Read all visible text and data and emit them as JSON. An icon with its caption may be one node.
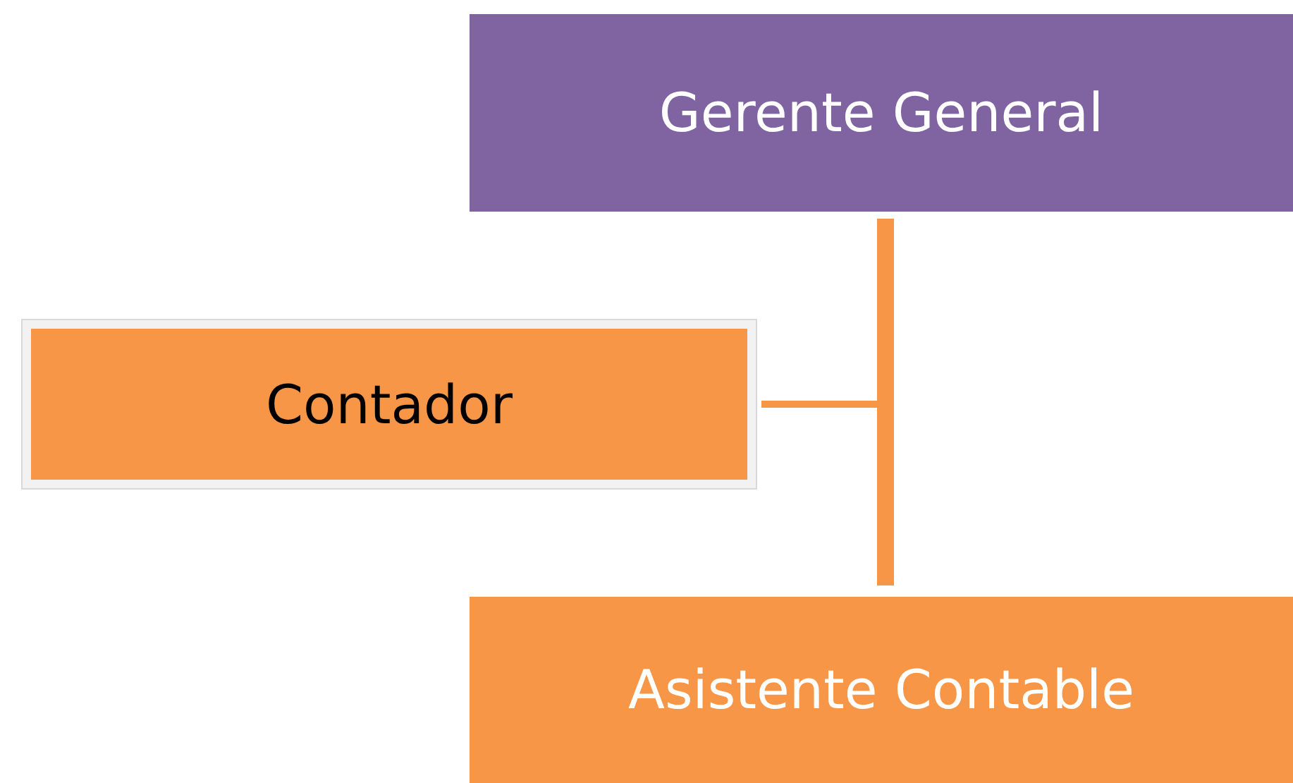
{
  "diagram": {
    "nodes": [
      {
        "text": [
          "Gerente General"
        ]
      },
      {
        "text": [
          "Contador"
        ]
      },
      {
        "text": [
          "Asistente Contable"
        ]
      }
    ],
    "edges": [
      {
        "from": 0,
        "to": 2,
        "arrow": "none",
        "style": "thick"
      },
      {
        "from": 0,
        "to": 1,
        "arrow": "none"
      }
    ]
  }
}
